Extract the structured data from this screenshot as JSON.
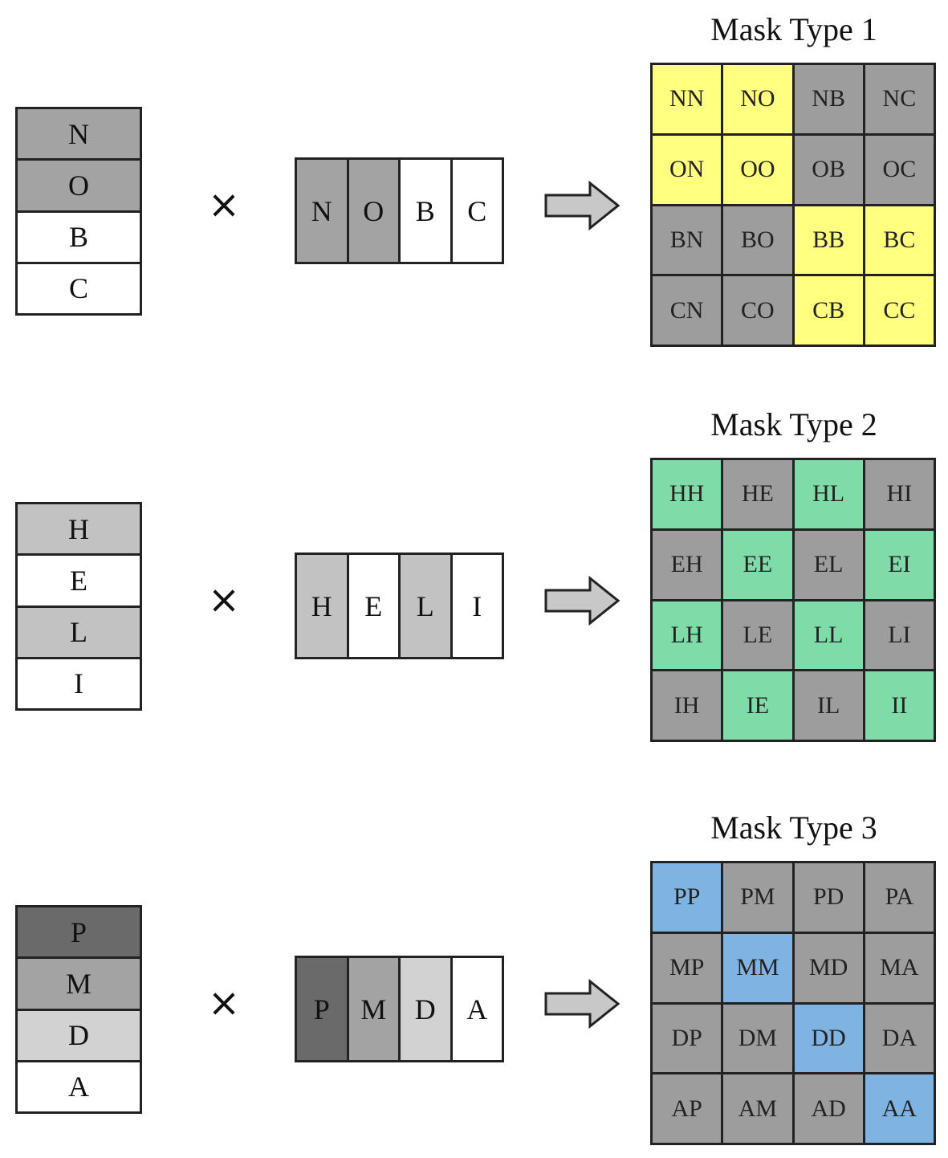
{
  "colors": {
    "gray": "#a3a3a3",
    "light_gray": "#c2c2c2",
    "dark_gray": "#6a6a6a",
    "pale_gray": "#d2d2d2",
    "white": "#ffffff",
    "yellow": "#ffff80",
    "green": "#7fdba7",
    "blue": "#7fb3e2",
    "cell_gray": "#9d9d9d"
  },
  "times_symbol": "×",
  "rows": [
    {
      "tokens": [
        "N",
        "O",
        "B",
        "C"
      ],
      "token_colors": [
        "gray",
        "gray",
        "white",
        "white"
      ],
      "mask_title": "Mask Type 1",
      "highlight_color": "yellow",
      "cells": [
        [
          "NN",
          "NO",
          "NB",
          "NC"
        ],
        [
          "ON",
          "OO",
          "OB",
          "OC"
        ],
        [
          "BN",
          "BO",
          "BB",
          "BC"
        ],
        [
          "CN",
          "CO",
          "CB",
          "CC"
        ]
      ],
      "highlight": [
        [
          1,
          1,
          0,
          0
        ],
        [
          1,
          1,
          0,
          0
        ],
        [
          0,
          0,
          1,
          1
        ],
        [
          0,
          0,
          1,
          1
        ]
      ]
    },
    {
      "tokens": [
        "H",
        "E",
        "L",
        "I"
      ],
      "token_colors": [
        "light_gray",
        "white",
        "light_gray",
        "white"
      ],
      "mask_title": "Mask Type 2",
      "highlight_color": "green",
      "cells": [
        [
          "HH",
          "HE",
          "HL",
          "HI"
        ],
        [
          "EH",
          "EE",
          "EL",
          "EI"
        ],
        [
          "LH",
          "LE",
          "LL",
          "LI"
        ],
        [
          "IH",
          "IE",
          "IL",
          "II"
        ]
      ],
      "highlight": [
        [
          1,
          0,
          1,
          0
        ],
        [
          0,
          1,
          0,
          1
        ],
        [
          1,
          0,
          1,
          0
        ],
        [
          0,
          1,
          0,
          1
        ]
      ]
    },
    {
      "tokens": [
        "P",
        "M",
        "D",
        "A"
      ],
      "token_colors": [
        "dark_gray",
        "gray",
        "pale_gray",
        "white"
      ],
      "mask_title": "Mask Type 3",
      "highlight_color": "blue",
      "cells": [
        [
          "PP",
          "PM",
          "PD",
          "PA"
        ],
        [
          "MP",
          "MM",
          "MD",
          "MA"
        ],
        [
          "DP",
          "DM",
          "DD",
          "DA"
        ],
        [
          "AP",
          "AM",
          "AD",
          "AA"
        ]
      ],
      "highlight": [
        [
          1,
          0,
          0,
          0
        ],
        [
          0,
          1,
          0,
          0
        ],
        [
          0,
          0,
          1,
          0
        ],
        [
          0,
          0,
          0,
          1
        ]
      ]
    }
  ]
}
